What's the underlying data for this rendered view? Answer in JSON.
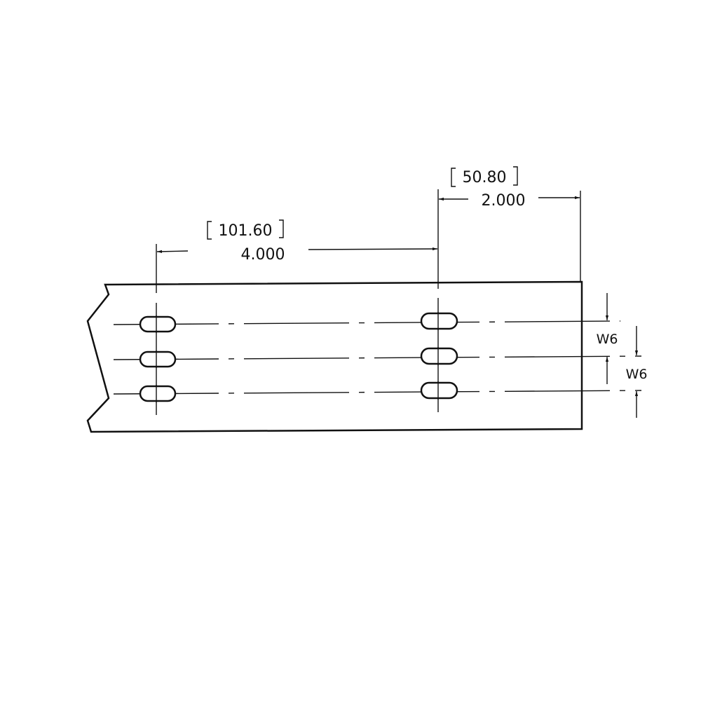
{
  "drawing": {
    "dimensions": {
      "hole_spacing": {
        "inch": "4.000",
        "mm": "101.60"
      },
      "end_offset": {
        "inch": "2.000",
        "mm": "50.80"
      },
      "row_spacing_1": {
        "label": "W6"
      },
      "row_spacing_2": {
        "label": "W6"
      }
    },
    "slot_columns": 2,
    "slot_rows": 3,
    "line_color": "#111111"
  }
}
